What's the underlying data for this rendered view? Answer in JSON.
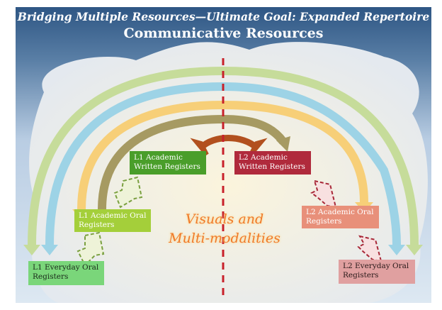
{
  "title": "Bridging Multiple Resources—Ultimate Goal: Expanded Repertoire",
  "subtitle": "Communicative Resources",
  "center_label": {
    "line1": "Visuals and",
    "line2": "Multi-modalities"
  },
  "boxes": {
    "l1_academic_written": "L1 Academic Written Registers",
    "l2_academic_written": "L2 Academic Written Registers",
    "l1_academic_oral": "L1 Academic Oral Registers",
    "l2_academic_oral": "L2 Academic Oral Registers",
    "l1_everyday_oral": "L1 Everyday Oral Registers",
    "l2_everyday_oral": "L2 Everyday Oral Registers"
  },
  "colors": {
    "l1_academic_written": "#4a9e2a",
    "l2_academic_written": "#b02a3c",
    "l1_academic_oral": "#a4cf3a",
    "l2_academic_oral": "#e8907a",
    "l1_everyday_oral": "#7ad67a",
    "l2_everyday_oral": "#e0a0a0",
    "divider": "#c8202a"
  }
}
